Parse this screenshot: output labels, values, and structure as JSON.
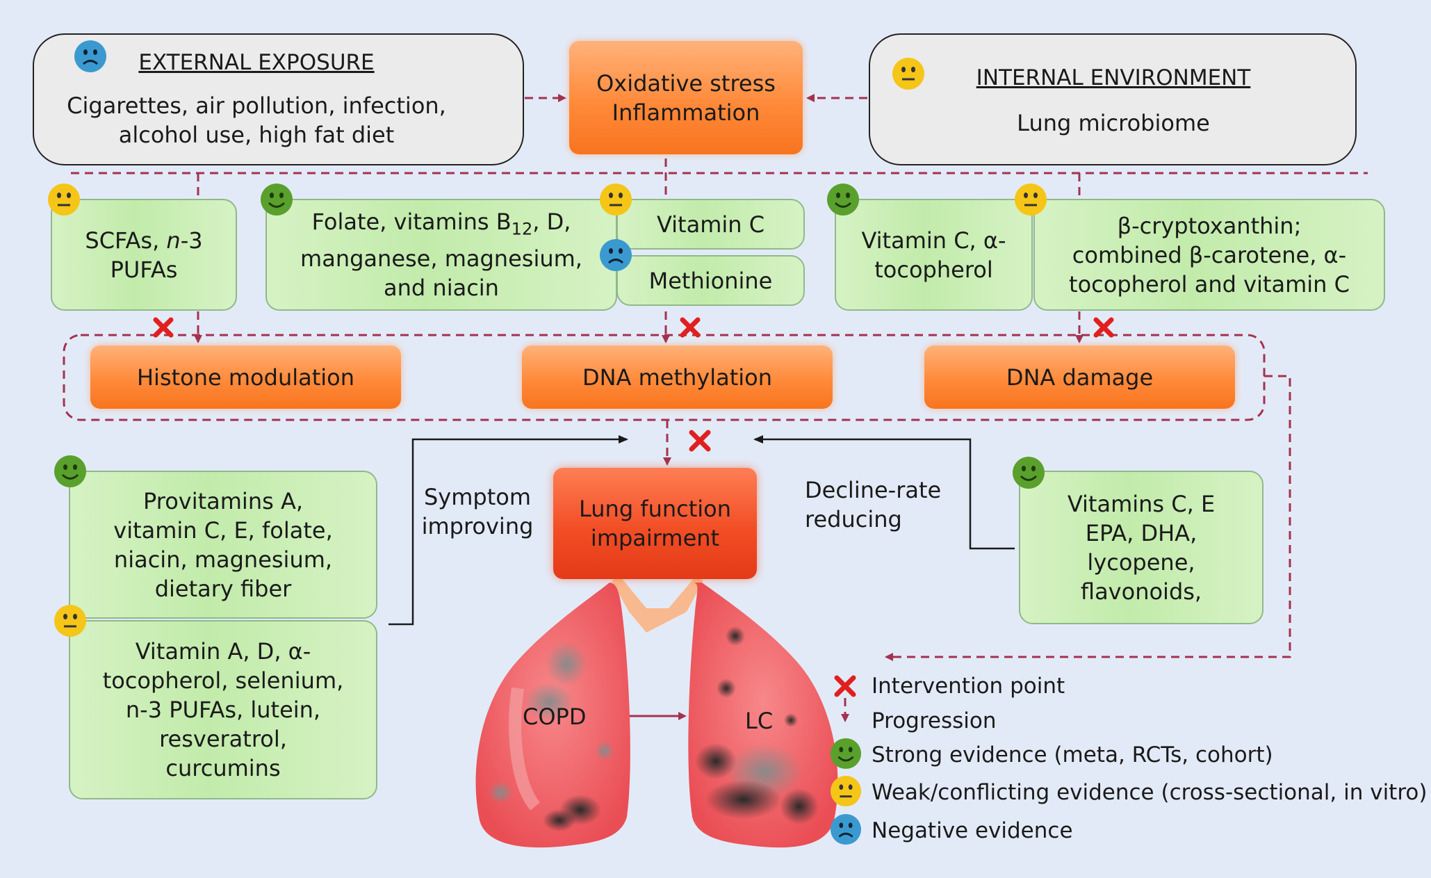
{
  "external": {
    "title": "EXTERNAL EXPOSURE",
    "line1": "Cigarettes, air pollution, infection,",
    "line2": "alcohol use, high fat diet"
  },
  "internal": {
    "title": "INTERNAL ENVIRONMENT",
    "text": "Lung microbiome"
  },
  "center_top": {
    "line1": "Oxidative stress",
    "line2": "Inflammation"
  },
  "nutrients": {
    "scfa_a": "SCFAs, ",
    "scfa_b": "n",
    "scfa_c": "-3",
    "scfa_d": "PUFAs",
    "folate_a": "Folate, vitamins B",
    "folate_sub": "12",
    "folate_b": ", D,",
    "folate_l2": "manganese, magnesium,",
    "folate_l3": "and niacin",
    "vitc": "Vitamin C",
    "methionine": "Methionine",
    "vitc_atoc_l1": "Vitamin C, α-",
    "vitc_atoc_l2": "tocopherol",
    "bcrypt_l1": "β-cryptoxanthin;",
    "bcrypt_l2": "combined β-carotene, α-",
    "bcrypt_l3": "tocopherol and vitamin C"
  },
  "mechanisms": {
    "histone": "Histone modulation",
    "dna_meth": "DNA methylation",
    "dna_damage": "DNA damage"
  },
  "lung": {
    "box_l1": "Lung function",
    "box_l2": "impairment",
    "copd": "COPD",
    "lc": "LC"
  },
  "labels": {
    "symptom_l1": "Symptom",
    "symptom_l2": "improving",
    "decline_l1": "Decline-rate",
    "decline_l2": "reducing"
  },
  "left_boxes": {
    "strong": [
      "Provitamins A,",
      "vitamin C, E, folate,",
      "niacin, magnesium,",
      "dietary fiber"
    ],
    "weak": [
      "Vitamin A, D, α-",
      "tocopherol, selenium,",
      "n-3 PUFAs, lutein,",
      "resveratrol,",
      "curcumins"
    ]
  },
  "right_box": [
    "Vitamins C, E",
    "EPA, DHA,",
    "lycopene,",
    "flavonoids,"
  ],
  "legend": {
    "intervention": "Intervention point",
    "progression": "Progression",
    "strong": "Strong evidence (meta, RCTs, cohort)",
    "weak": "Weak/conflicting evidence (cross-sectional, in vitro)",
    "negative": "Negative evidence"
  },
  "colors": {
    "background": "#e3eaf7",
    "dashed_arrow": "#a3324f",
    "green_box": "#c2ebab",
    "orange_box": "#ff8a3a",
    "red_box": "#e33a17",
    "smiley_green": "#5aa02c",
    "smiley_yellow": "#f5c518",
    "smiley_blue": "#3a9ad0",
    "cross_red": "#e02020"
  },
  "icons": {
    "strong": "green-smiley-icon",
    "weak": "yellow-neutral-face-icon",
    "negative": "blue-frown-face-icon",
    "intervention": "red-cross-icon"
  }
}
